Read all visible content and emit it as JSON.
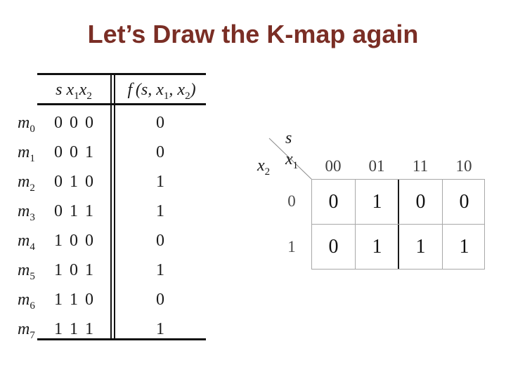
{
  "title": "Let’s Draw the K-map again",
  "colors": {
    "title_color": "#7a2e25",
    "table_rule_color": "#111111",
    "kmap_light_grid": "#a8a8a8",
    "kmap_heavy_divider": "#1a1a1a",
    "background": "#ffffff"
  },
  "truth_table": {
    "header": {
      "in_p1": "s x",
      "in_s1": "1",
      "in_p2": "x",
      "in_s2": "2",
      "out_p1": "f (s, x",
      "out_s1": "1",
      "out_p2": ", x",
      "out_s2": "2",
      "out_p3": ")"
    },
    "rows": [
      {
        "m": "m",
        "sub": "0",
        "bits": "0 0 0",
        "f": "0"
      },
      {
        "m": "m",
        "sub": "1",
        "bits": "0 0 1",
        "f": "0"
      },
      {
        "m": "m",
        "sub": "2",
        "bits": "0 1 0",
        "f": "1"
      },
      {
        "m": "m",
        "sub": "3",
        "bits": "0 1 1",
        "f": "1"
      },
      {
        "m": "m",
        "sub": "4",
        "bits": "1 0 0",
        "f": "0"
      },
      {
        "m": "m",
        "sub": "5",
        "bits": "1 0 1",
        "f": "1"
      },
      {
        "m": "m",
        "sub": "6",
        "bits": "1 1 0",
        "f": "0"
      },
      {
        "m": "m",
        "sub": "7",
        "bits": "1 1 1",
        "f": "1"
      }
    ]
  },
  "kmap": {
    "corner_label": {
      "p1": "s x",
      "sub": "1"
    },
    "row_label": {
      "p1": "x",
      "sub": "2"
    },
    "col_headers": [
      "00",
      "01",
      "11",
      "10"
    ],
    "row_headers": [
      "0",
      "1"
    ],
    "cells": [
      [
        "0",
        "1",
        "0",
        "0"
      ],
      [
        "0",
        "1",
        "1",
        "1"
      ]
    ]
  }
}
